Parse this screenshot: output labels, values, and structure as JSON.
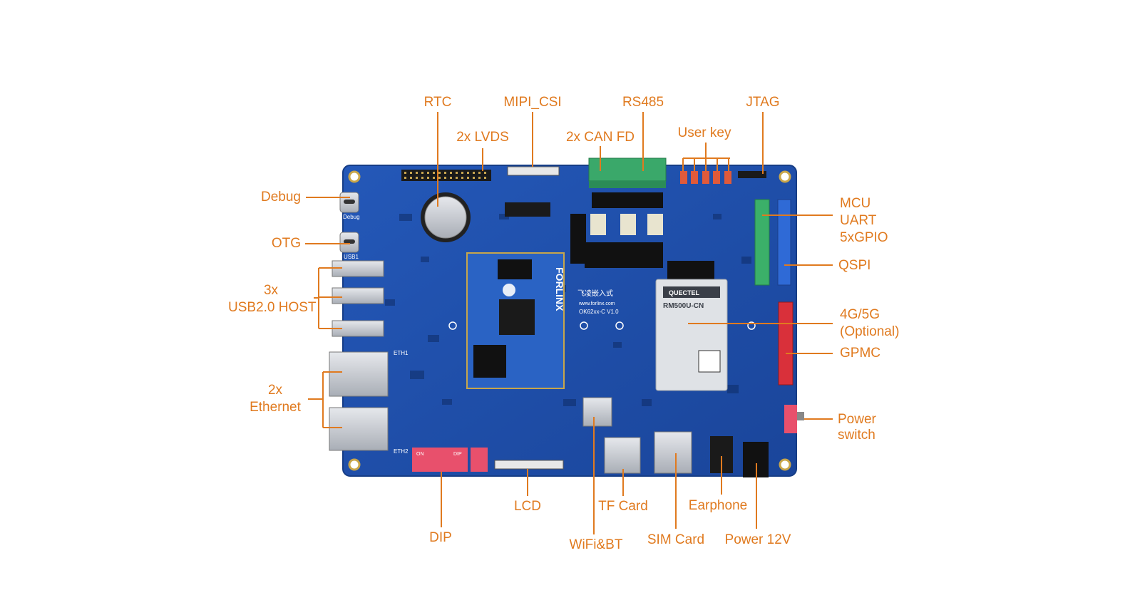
{
  "colors": {
    "callout": "#e07a1f",
    "board": "#1e4fa8",
    "board_edge": "#163d86",
    "background": "#ffffff"
  },
  "board": {
    "module_brand": "FORLINX",
    "module_text": "飞凌嵌入式",
    "module_url": "www.forlinx.com",
    "module_model": "OK62xx-C V1.0",
    "modem_brand": "QUECTEL",
    "modem_model": "RM500U-CN",
    "dip_label": "DIP",
    "dip_on": "ON",
    "usb_silk": "USB1",
    "debug_silk": "Debug",
    "eth1_silk": "ETH1",
    "eth2_silk": "ETH2"
  },
  "callouts": {
    "rtc": "RTC",
    "mipi_csi": "MIPI_CSI",
    "rs485": "RS485",
    "jtag": "JTAG",
    "lvds": "2x LVDS",
    "can_fd": "2x CAN FD",
    "user_key": "User key",
    "debug": "Debug",
    "otg": "OTG",
    "usb_host_1": "3x",
    "usb_host_2": "USB2.0 HOST",
    "ethernet_1": "2x",
    "ethernet_2": "Ethernet",
    "mcu_1": "MCU",
    "mcu_2": "UART",
    "mcu_3": "5xGPIO",
    "qspi": "QSPI",
    "g45_1": "4G/5G",
    "g45_2": "(Optional)",
    "gpmc": "GPMC",
    "power_switch_1": "Power",
    "power_switch_2": "switch",
    "lcd": "LCD",
    "tf_card": "TF Card",
    "earphone": "Earphone",
    "dip": "DIP",
    "wifi_bt": "WiFi&BT",
    "sim_card": "SIM Card",
    "power_12v": "Power 12V"
  }
}
